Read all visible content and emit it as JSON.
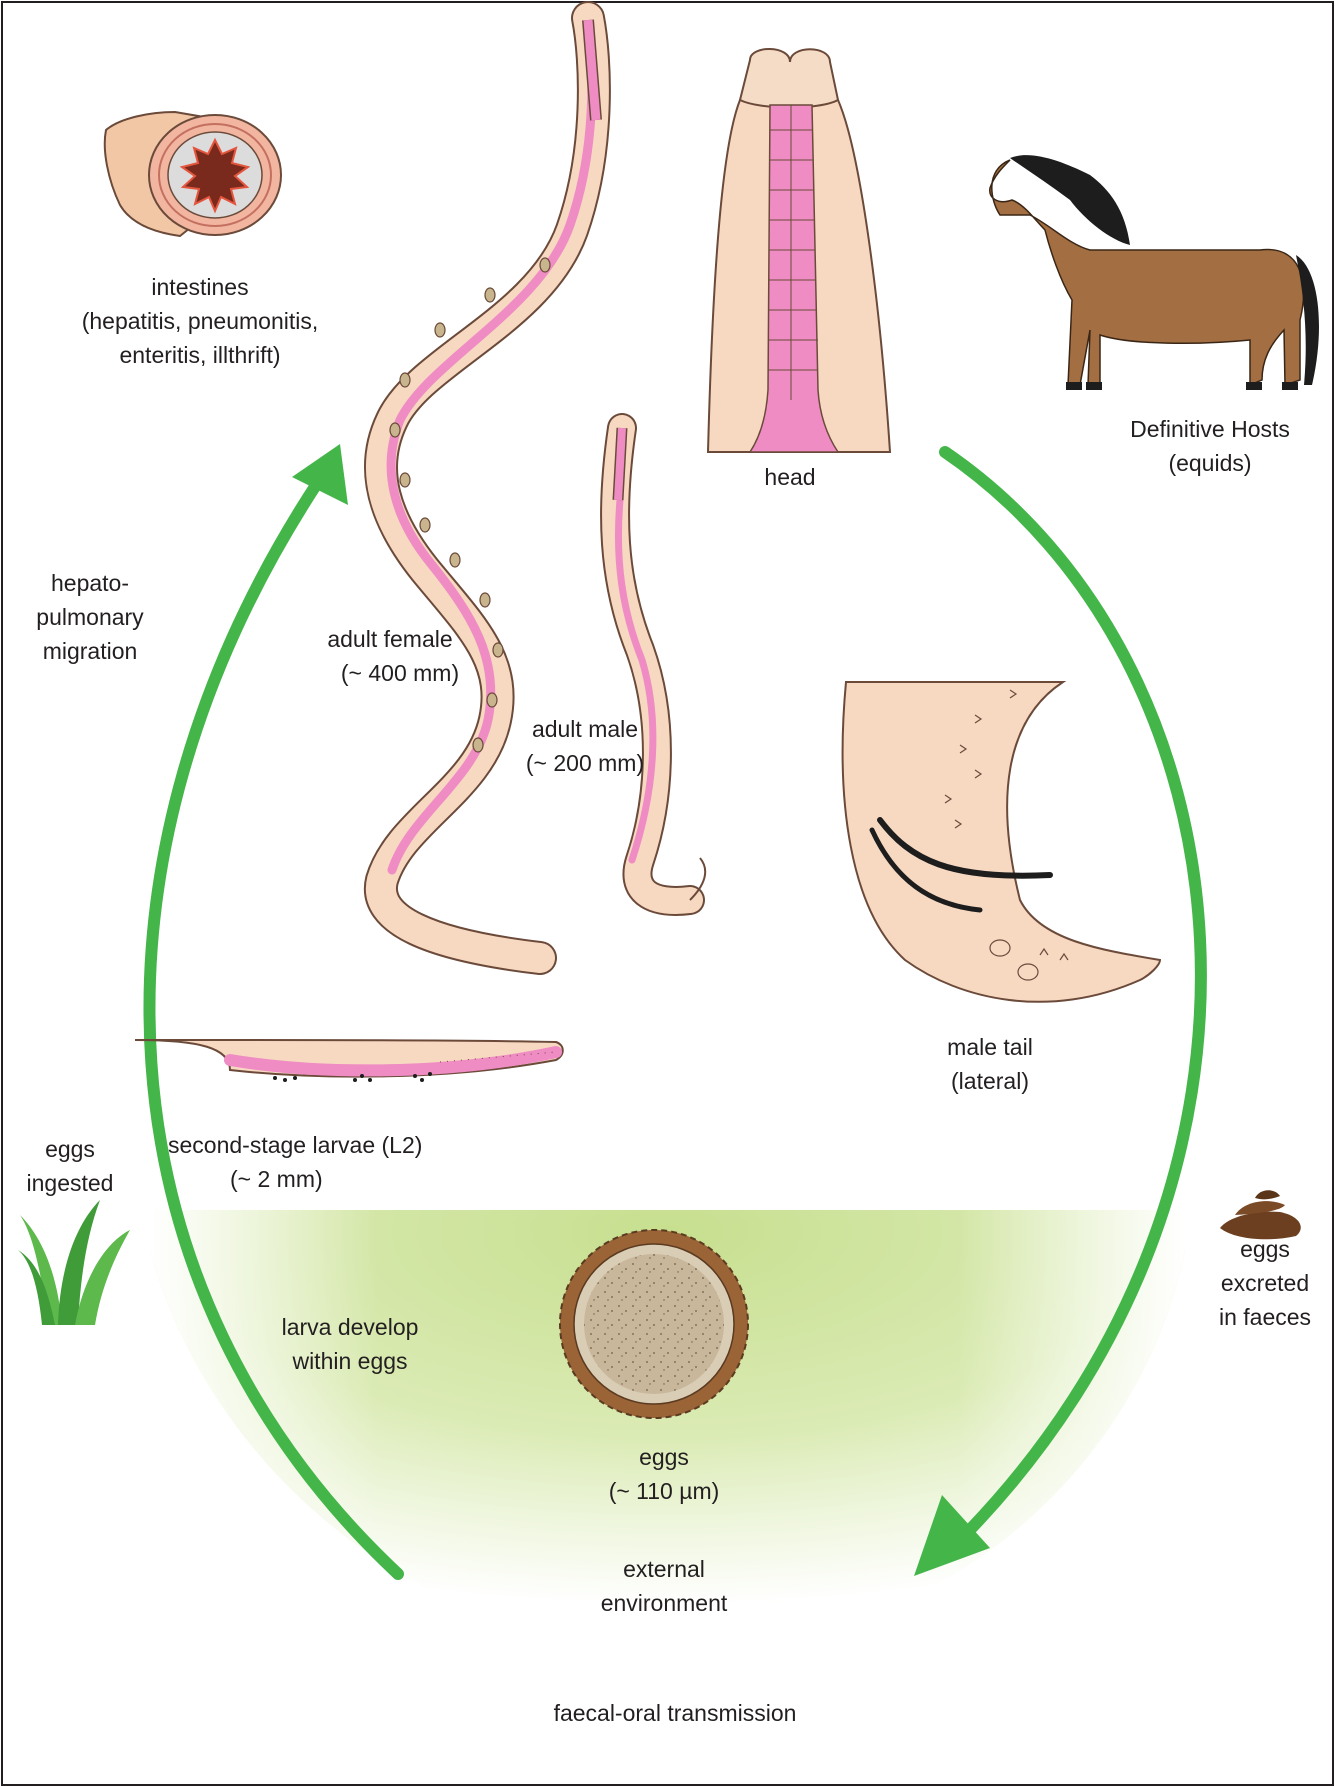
{
  "colors": {
    "cycle_arrow": "#44b649",
    "worm_body": "#f7d9c2",
    "worm_outline": "#6b4a3a",
    "worm_organ": "#ef8cc3",
    "egg_shell": "#9a6437",
    "egg_inner": "#c9b79b",
    "environment": "#d4e7a8",
    "horse": "#a36f42",
    "horse_mane": "#1d1d1d",
    "faeces": "#6b3f1f",
    "grass": "#5db94b"
  },
  "icons": [
    "intestine-cross-section-icon",
    "horse-icon",
    "grass-icon",
    "faeces-icon",
    "egg-icon",
    "cycle-arrow-icon"
  ],
  "labels": {
    "intestines": [
      "intestines",
      "(hepatitis, pneumonitis,",
      "enteritis, illthrift)"
    ],
    "head": "head",
    "definitive_hosts": [
      "Definitive Hosts",
      "(equids)"
    ],
    "migration": [
      "hepato-",
      "pulmonary",
      "migration"
    ],
    "adult_female": [
      "adult female",
      "(~ 400 mm)"
    ],
    "adult_male": [
      "adult male",
      "(~ 200 mm)"
    ],
    "male_tail": [
      "male tail",
      "(lateral)"
    ],
    "larvae": [
      "second-stage larvae (L2)",
      "(~ 2 mm)"
    ],
    "eggs_ingested": [
      "eggs",
      "ingested"
    ],
    "eggs_excreted": [
      "eggs",
      "excreted",
      "in faeces"
    ],
    "larva_develop": [
      "larva develop",
      "within eggs"
    ],
    "eggs": [
      "eggs",
      "(~ 110 µm)"
    ],
    "external_environment": [
      "external",
      "environment"
    ],
    "transmission": "faecal-oral transmission"
  }
}
